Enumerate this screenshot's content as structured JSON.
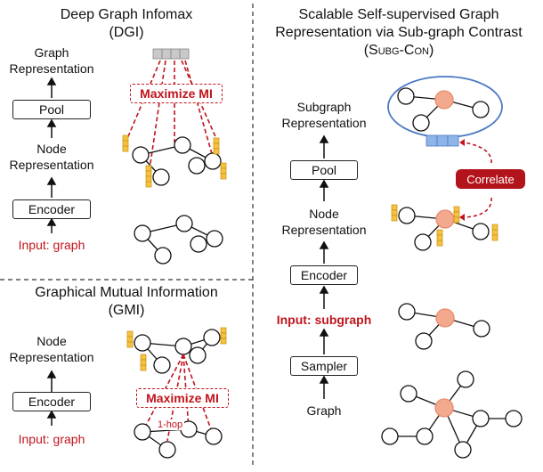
{
  "dgi": {
    "title": "Deep Graph Infomax",
    "abbr": "(DGI)",
    "graph_rep": [
      "Graph",
      "Representation"
    ],
    "pool": "Pool",
    "node_rep": [
      "Node",
      "Representation"
    ],
    "encoder": "Encoder",
    "input": "Input: graph",
    "maximize": "Maximize MI"
  },
  "gmi": {
    "title": "Graphical Mutual Information",
    "abbr": "(GMI)",
    "node_rep": [
      "Node",
      "Representation"
    ],
    "encoder": "Encoder",
    "input": "Input: graph",
    "maximize": "Maximize MI",
    "hop": "1-hop"
  },
  "subgcon": {
    "title_lines": [
      "Scalable Self-supervised Graph",
      "Representation via Sub-graph Contrast",
      "(Subg-Con)"
    ],
    "subgraph_rep": [
      "Subgraph",
      "Representation"
    ],
    "pool": "Pool",
    "correlate": "Correlate",
    "node_rep": [
      "Node",
      "Representation"
    ],
    "encoder": "Encoder",
    "input": "Input: subgraph",
    "sampler": "Sampler",
    "graph": "Graph"
  },
  "colors": {
    "red": "#c0141c",
    "node_orange": "#f3a98d",
    "feature_yellow": "#f5c242",
    "graph_vec_gray": "#c9c9c9",
    "subgraph_vec_blue": "#8fb4e8",
    "ellipse_blue": "#4a78c2"
  }
}
